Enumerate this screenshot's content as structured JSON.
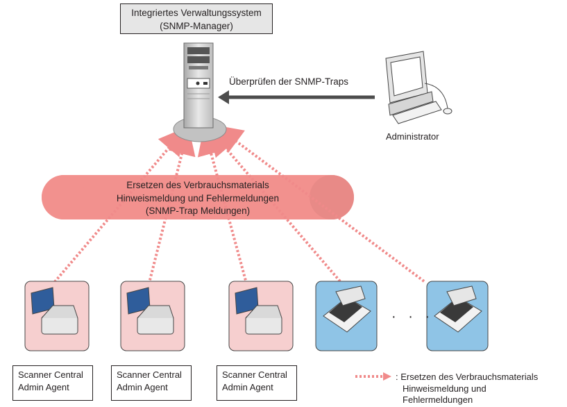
{
  "manager": {
    "line1": "Integriertes Verwaltungssystem",
    "line2": "(SNMP-Manager)"
  },
  "check_label": "Überprüfen der SNMP-Traps",
  "admin_label": "Administrator",
  "trap_band": {
    "line1": "Ersetzen des Verbrauchsmaterials",
    "line2": "Hinweismeldung und Fehlermeldungen",
    "line3": "(SNMP-Trap Meldungen)"
  },
  "agents": [
    {
      "line1": "Scanner Central",
      "line2": "Admin Agent"
    },
    {
      "line1": "Scanner Central",
      "line2": "Admin Agent"
    },
    {
      "line1": "Scanner Central",
      "line2": "Admin Agent"
    }
  ],
  "ellipsis": "· · ·",
  "legend": {
    "line1": ": Ersetzen des Verbrauchsmaterials",
    "line2": "Hinweismeldung und",
    "line3": "Fehlermeldungen"
  },
  "colors": {
    "trap_band": "#f2918e",
    "pc_scanner_bg": "#f6cfcf",
    "network_scanner_bg": "#8fc4e6",
    "dotted_arrow": "#f08a8a",
    "manager_box": "#e6e6e6"
  }
}
